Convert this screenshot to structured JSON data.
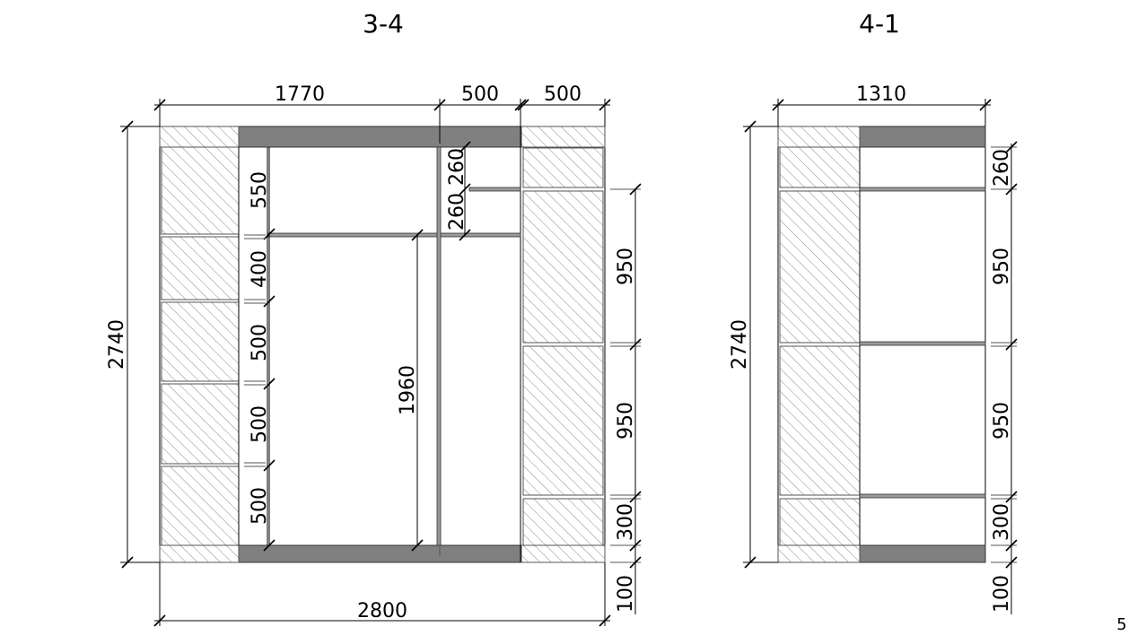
{
  "titles": {
    "left": "3-4",
    "right": "4-1"
  },
  "left_view": {
    "top_dims": [
      "1770",
      "500",
      "500"
    ],
    "bottom_dim": "2800",
    "height_dim": "2740",
    "left_column_dims": [
      "550",
      "400",
      "500",
      "500",
      "500"
    ],
    "inner_dim": "1960",
    "middle_dims": [
      "260",
      "260"
    ],
    "right_dims": [
      "950",
      "950",
      "300",
      "100"
    ]
  },
  "right_view": {
    "top_dim": "1310",
    "height_dim": "2740",
    "right_dims": [
      "260",
      "950",
      "950",
      "300",
      "100"
    ]
  },
  "page_number": "5"
}
